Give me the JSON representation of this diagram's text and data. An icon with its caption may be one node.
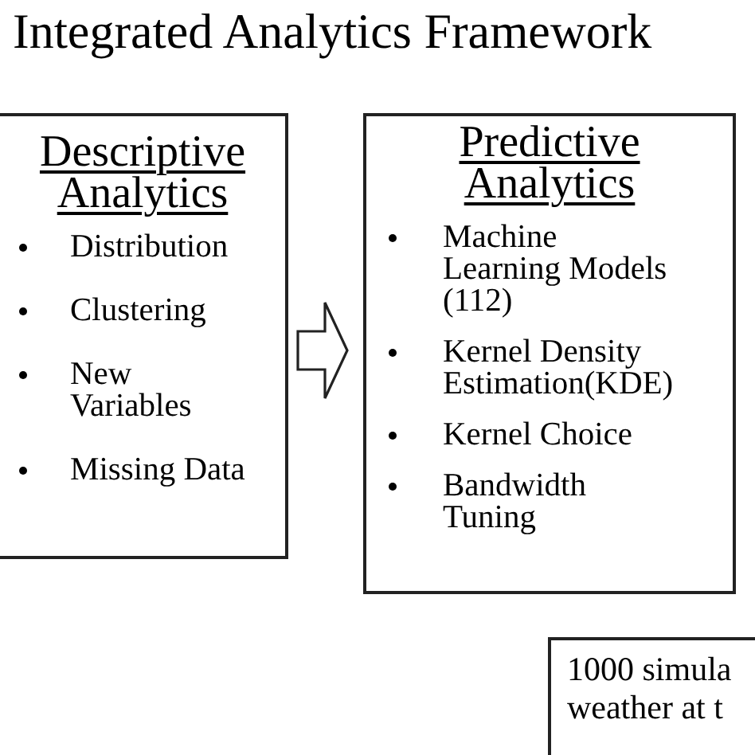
{
  "diagram": {
    "title": "Integrated Analytics Framework",
    "nodes": [
      {
        "text": [
          "Descriptive Analytics",
          "Distribution",
          "Clustering",
          "New Variables",
          "Missing Data"
        ]
      },
      {
        "text": [
          "Predictive Analytics",
          "Machine Learning Models (112)",
          "Kernel Density Estimation(KDE)",
          "Kernel Choice",
          "Bandwidth Tuning"
        ]
      },
      {
        "text": [
          "1000 simula weather at t"
        ]
      }
    ],
    "edges": [
      {
        "from": 0,
        "to": 1,
        "arrow": "to"
      }
    ]
  }
}
